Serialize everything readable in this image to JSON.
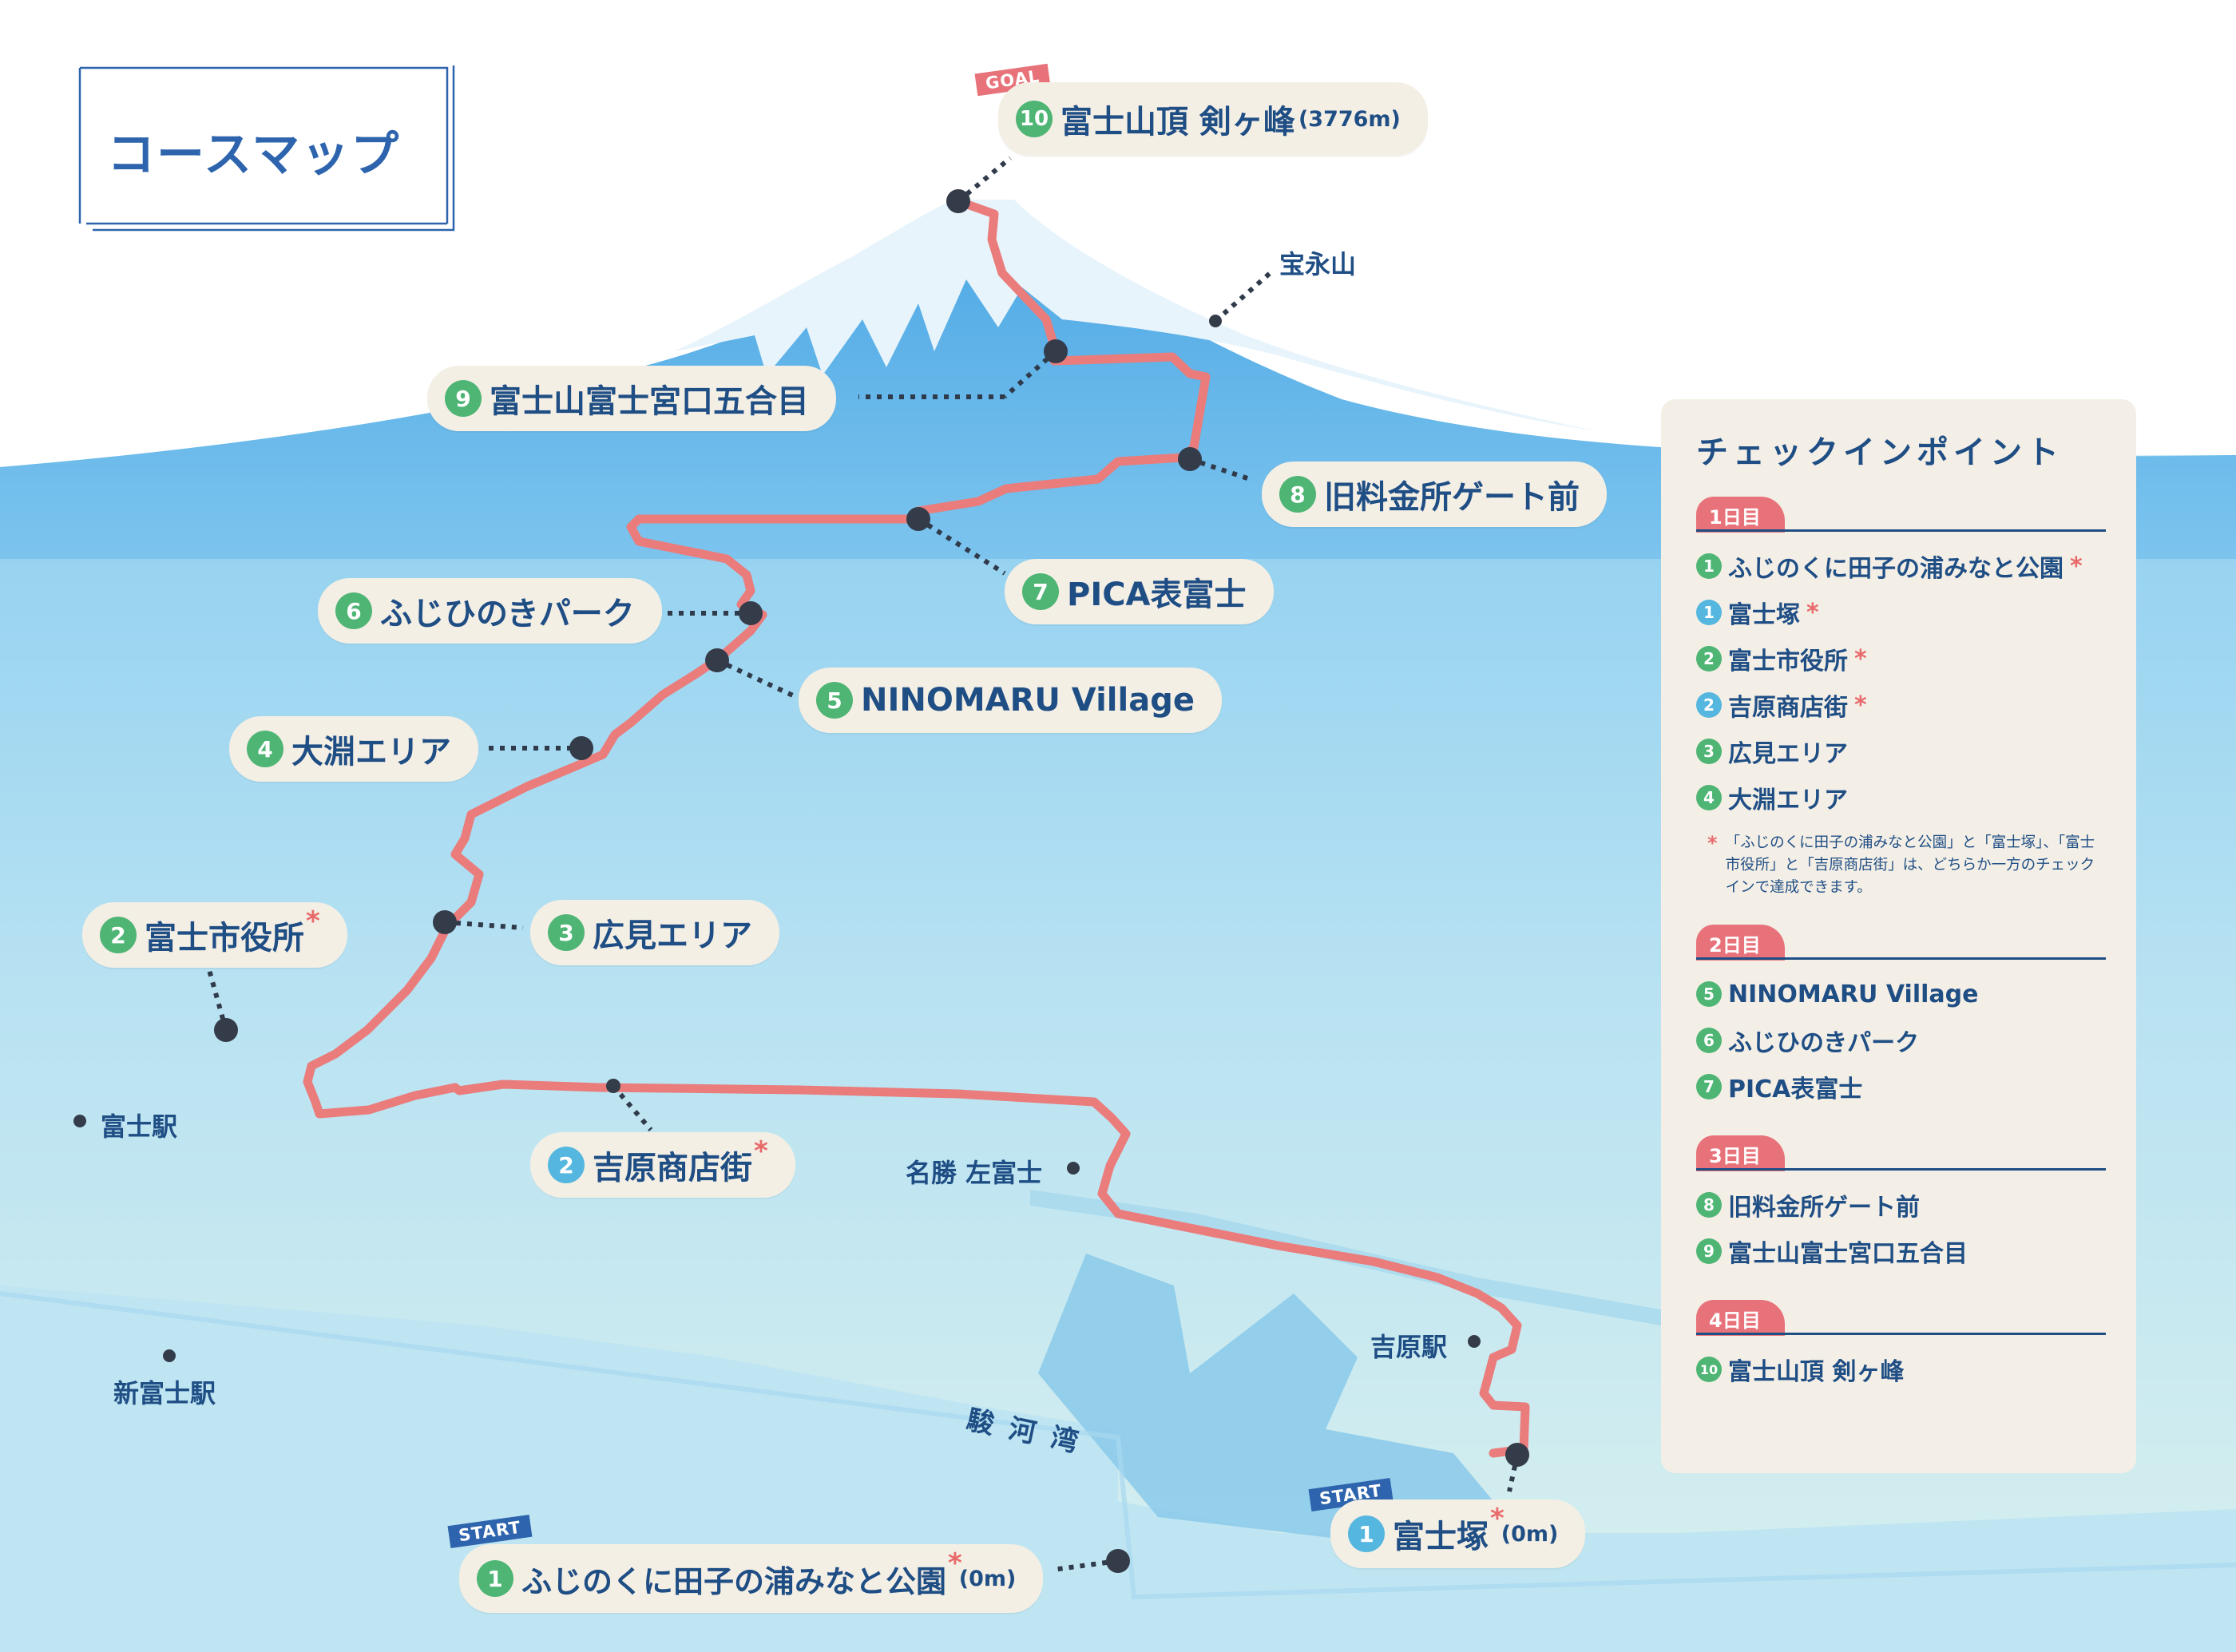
{
  "title": "コースマップ",
  "tags": {
    "start": "START",
    "goal": "GOAL"
  },
  "bay_label": "駿 河 湾",
  "colors": {
    "route": "#ea7c7c",
    "navy": "#1f4e85",
    "green_badge": "#4fb574",
    "blue_badge": "#55b7df",
    "pill_bg": "#f4efe5",
    "sea_light": "#d6edf2",
    "sea": "#9fd4ee",
    "mountain": "#5bb0e6",
    "snow": "#e8f4fb"
  },
  "map_labels": [
    {
      "id": "goal",
      "num": "10",
      "name": "富士山頂 剣ヶ峰",
      "suffix": "(3776m)",
      "star": false,
      "badge": "green"
    },
    {
      "id": "p9",
      "num": "9",
      "name": "富士山富士宮口五合目",
      "suffix": "",
      "star": false,
      "badge": "green"
    },
    {
      "id": "p8",
      "num": "8",
      "name": "旧料金所ゲート前",
      "suffix": "",
      "star": false,
      "badge": "green"
    },
    {
      "id": "p7",
      "num": "7",
      "name": "PICA表富士",
      "suffix": "",
      "star": false,
      "badge": "green"
    },
    {
      "id": "p6",
      "num": "6",
      "name": "ふじひのきパーク",
      "suffix": "",
      "star": false,
      "badge": "green"
    },
    {
      "id": "p5",
      "num": "5",
      "name": "NINOMARU Village",
      "suffix": "",
      "star": false,
      "badge": "green"
    },
    {
      "id": "p4",
      "num": "4",
      "name": "大淵エリア",
      "suffix": "",
      "star": false,
      "badge": "green"
    },
    {
      "id": "p3",
      "num": "3",
      "name": "広見エリア",
      "suffix": "",
      "star": false,
      "badge": "green"
    },
    {
      "id": "p2g",
      "num": "2",
      "name": "富士市役所",
      "suffix": "",
      "star": true,
      "badge": "green"
    },
    {
      "id": "p2b",
      "num": "2",
      "name": "吉原商店街",
      "suffix": "",
      "star": true,
      "badge": "blue"
    },
    {
      "id": "p1g",
      "num": "1",
      "name": "ふじのくに田子の浦みなと公園",
      "suffix": "(0m)",
      "star": true,
      "badge": "green"
    },
    {
      "id": "p1b",
      "num": "1",
      "name": "富士塚",
      "suffix": "(0m)",
      "star": true,
      "badge": "blue"
    }
  ],
  "places": [
    {
      "id": "hoeizan",
      "name": "宝永山"
    },
    {
      "id": "fuji_station",
      "name": "富士駅"
    },
    {
      "id": "shin_fuji",
      "name": "新富士駅"
    },
    {
      "id": "hidari_fuji",
      "name": "名勝 左富士"
    },
    {
      "id": "yoshiwara_station",
      "name": "吉原駅"
    }
  ],
  "panel": {
    "title": "チェックインポイント",
    "days": [
      {
        "label": "1日目",
        "items": [
          {
            "num": "1",
            "badge": "green",
            "name": "ふじのくに田子の浦みなと公園",
            "star": true
          },
          {
            "num": "1",
            "badge": "blue",
            "name": "富士塚",
            "star": true
          },
          {
            "num": "2",
            "badge": "green",
            "name": "富士市役所",
            "star": true
          },
          {
            "num": "2",
            "badge": "blue",
            "name": "吉原商店街",
            "star": true
          },
          {
            "num": "3",
            "badge": "green",
            "name": "広見エリア",
            "star": false
          },
          {
            "num": "4",
            "badge": "green",
            "name": "大淵エリア",
            "star": false
          }
        ],
        "note": "「ふじのくに田子の浦みなと公園」と「富士塚」、「富士市役所」と「吉原商店街」は、どちらか一方のチェックインで達成できます。"
      },
      {
        "label": "2日目",
        "items": [
          {
            "num": "5",
            "badge": "green",
            "name": "NINOMARU Village",
            "star": false
          },
          {
            "num": "6",
            "badge": "green",
            "name": "ふじひのきパーク",
            "star": false
          },
          {
            "num": "7",
            "badge": "green",
            "name": "PICA表富士",
            "star": false
          }
        ]
      },
      {
        "label": "3日目",
        "items": [
          {
            "num": "8",
            "badge": "green",
            "name": "旧料金所ゲート前",
            "star": false
          },
          {
            "num": "9",
            "badge": "green",
            "name": "富士山富士宮口五合目",
            "star": false
          }
        ]
      },
      {
        "label": "4日目",
        "items": [
          {
            "num": "10",
            "badge": "green",
            "name": "富士山頂 剣ヶ峰",
            "star": false
          }
        ]
      }
    ]
  }
}
